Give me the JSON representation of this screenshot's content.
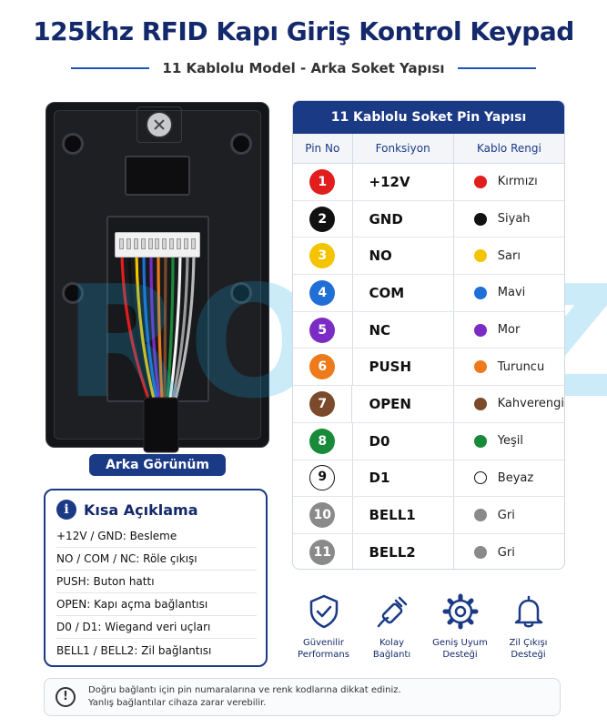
{
  "header": {
    "title": "125khz RFID Kapı Giriş Kontrol Keypad",
    "subtitle": "11 Kablolu Model - Arka Soket Yapısı"
  },
  "device": {
    "caption": "Arka Görünüm"
  },
  "watermark": "ROBiZ",
  "description": {
    "icon": "info-icon",
    "title": "Kısa Açıklama",
    "items": [
      "+12V / GND: Besleme",
      "NO / COM / NC: Röle çıkışı",
      "PUSH: Buton hattı",
      "OPEN: Kapı açma bağlantısı",
      "D0 / D1: Wiegand veri uçları",
      "BELL1 / BELL2: Zil bağlantısı"
    ]
  },
  "pin_table": {
    "title": "11 Kablolu Soket Pin Yapısı",
    "headers": [
      "Pin No",
      "Fonksiyon",
      "Kablo Rengi"
    ],
    "rows": [
      {
        "pin": "1",
        "function": "+12V",
        "color_name": "Kırmızı",
        "color": "#e11d1d"
      },
      {
        "pin": "2",
        "function": "GND",
        "color_name": "Siyah",
        "color": "#111111"
      },
      {
        "pin": "3",
        "function": "NO",
        "color_name": "Sarı",
        "color": "#f5c400"
      },
      {
        "pin": "4",
        "function": "COM",
        "color_name": "Mavi",
        "color": "#1f6fd6"
      },
      {
        "pin": "5",
        "function": "NC",
        "color_name": "Mor",
        "color": "#7b2cc4"
      },
      {
        "pin": "6",
        "function": "PUSH",
        "color_name": "Turuncu",
        "color": "#ee7b1b"
      },
      {
        "pin": "7",
        "function": "OPEN",
        "color_name": "Kahverengi",
        "color": "#7a4a2a"
      },
      {
        "pin": "8",
        "function": "D0",
        "color_name": "Yeşil",
        "color": "#188a3a"
      },
      {
        "pin": "9",
        "function": "D1",
        "color_name": "Beyaz",
        "color": "#ffffff"
      },
      {
        "pin": "10",
        "function": "BELL1",
        "color_name": "Gri",
        "color": "#8a8a8a"
      },
      {
        "pin": "11",
        "function": "BELL2",
        "color_name": "Gri",
        "color": "#8a8a8a"
      }
    ]
  },
  "features": [
    {
      "icon": "shield-check-icon",
      "label_1": "Güvenilir",
      "label_2": "Performans"
    },
    {
      "icon": "connector-plug-icon",
      "label_1": "Kolay",
      "label_2": "Bağlantı"
    },
    {
      "icon": "gear-icon",
      "label_1": "Geniş Uyum",
      "label_2": "Desteği"
    },
    {
      "icon": "bell-icon",
      "label_1": "Zil Çıkışı",
      "label_2": "Desteği"
    }
  ],
  "warning": {
    "icon": "exclamation-icon",
    "line_1": "Doğru bağlantı için pin numaralarına ve renk kodlarına dikkat ediniz.",
    "line_2": "Yanlış bağlantılar cihaza zarar verebilir."
  },
  "colors": {
    "brand_navy": "#13296b",
    "badge_navy": "#1b3a86",
    "watermark": "#17a7e0"
  }
}
